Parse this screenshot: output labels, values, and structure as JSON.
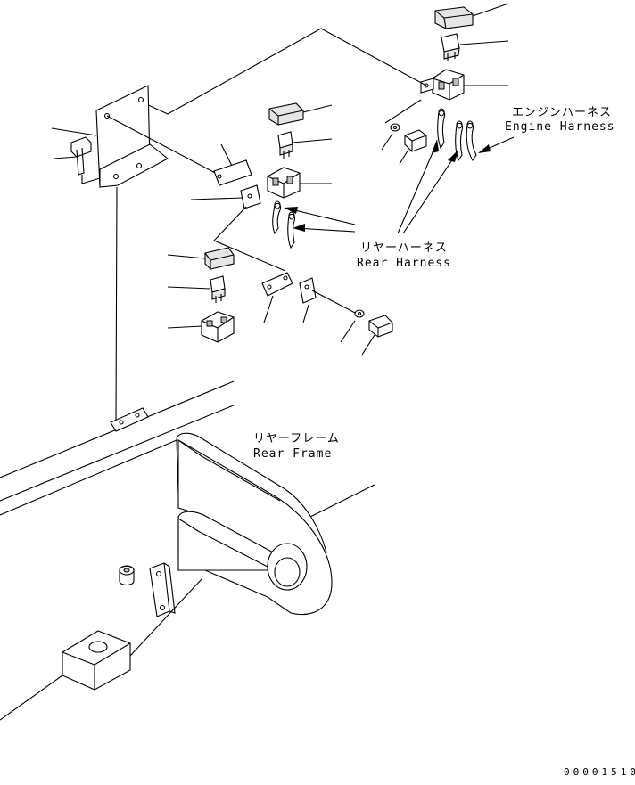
{
  "labels": {
    "engine_harness_jp": "エンジンハーネス",
    "engine_harness_en": "Engine Harness",
    "rear_harness_jp": "リヤーハーネス",
    "rear_harness_en": "Rear Harness",
    "rear_frame_jp": "リヤーフレーム",
    "rear_frame_en": "Rear Frame"
  },
  "drawing_number": "00001510",
  "style": {
    "line_color": "#000000",
    "background": "#ffffff"
  }
}
